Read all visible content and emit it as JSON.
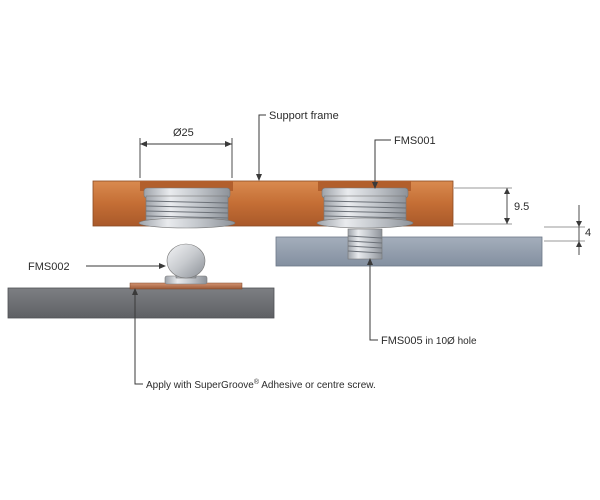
{
  "colors": {
    "frame_wood": "#c46e35",
    "frame_wood_dark": "#9a4f21",
    "blue_panel": "#8f9bab",
    "grey_panel": "#6d6f73",
    "metal": "#c9ccd1",
    "copper_disk": "#b9714a",
    "line": "#3a3a3a"
  },
  "labels": {
    "support_frame": "Support frame",
    "diameter_25": "Ø25",
    "fms001": "FMS001",
    "dim_9_5": "9.5",
    "dim_4": "4",
    "fms002": "FMS002",
    "fms005_bold": "FMS005",
    "fms005_rest": " in 10Ø hole",
    "apply_text_a": "Apply with SuperGroove",
    "apply_reg": "®",
    "apply_text_b": " Adhesive or centre screw."
  },
  "icons": {
    "arrowhead": "arrowhead-icon"
  }
}
